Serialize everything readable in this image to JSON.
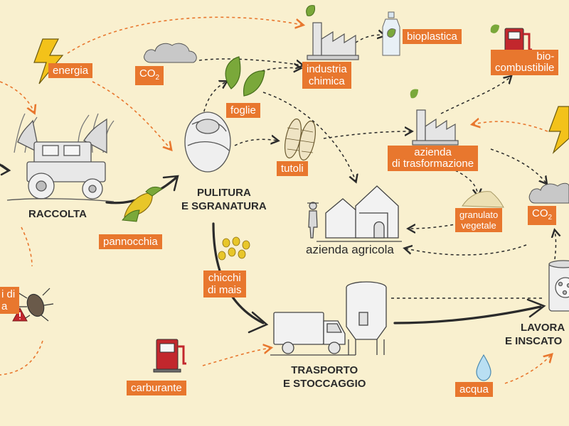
{
  "labels": {
    "energia": "energia",
    "co2": "CO",
    "co2_sub": "2",
    "foglie": "foglie",
    "industria_chimica_1": "industria",
    "industria_chimica_2": "chimica",
    "bioplastica": "bioplastica",
    "biocombustibile_1": "bio-",
    "biocombustibile_2": "combustibile",
    "tutoli": "tutoli",
    "azienda_trasformazione_1": "azienda",
    "azienda_trasformazione_2": "di trasformazione",
    "raccolta": "RACCOLTA",
    "pulitura_1": "PULITURA",
    "pulitura_2": "E SGRANATURA",
    "pannocchia": "pannocchia",
    "azienda_agricola": "azienda agricola",
    "granulato_1": "granulato",
    "granulato_2": "vegetale",
    "co2_right": "CO",
    "co2_right_sub": "2",
    "chicchi_1": "chicchi",
    "chicchi_2": "di mais",
    "trasporto_1": "TRASPORTO",
    "trasporto_2": "E STOCCAGGIO",
    "lavora_1": "LAVORA",
    "lavora_2": "E INSCATO",
    "left_cut_1": "i di",
    "left_cut_2": "a",
    "carburante": "carburante",
    "acqua": "acqua"
  },
  "colors": {
    "background": "#f9f0cf",
    "tag": "#e8772e",
    "arrow_orange": "#e8772e",
    "arrow_dark": "#2b2b2b",
    "lightning": "#f3c21a",
    "leaf": "#7aa83a",
    "fuel_red": "#c2272d"
  }
}
